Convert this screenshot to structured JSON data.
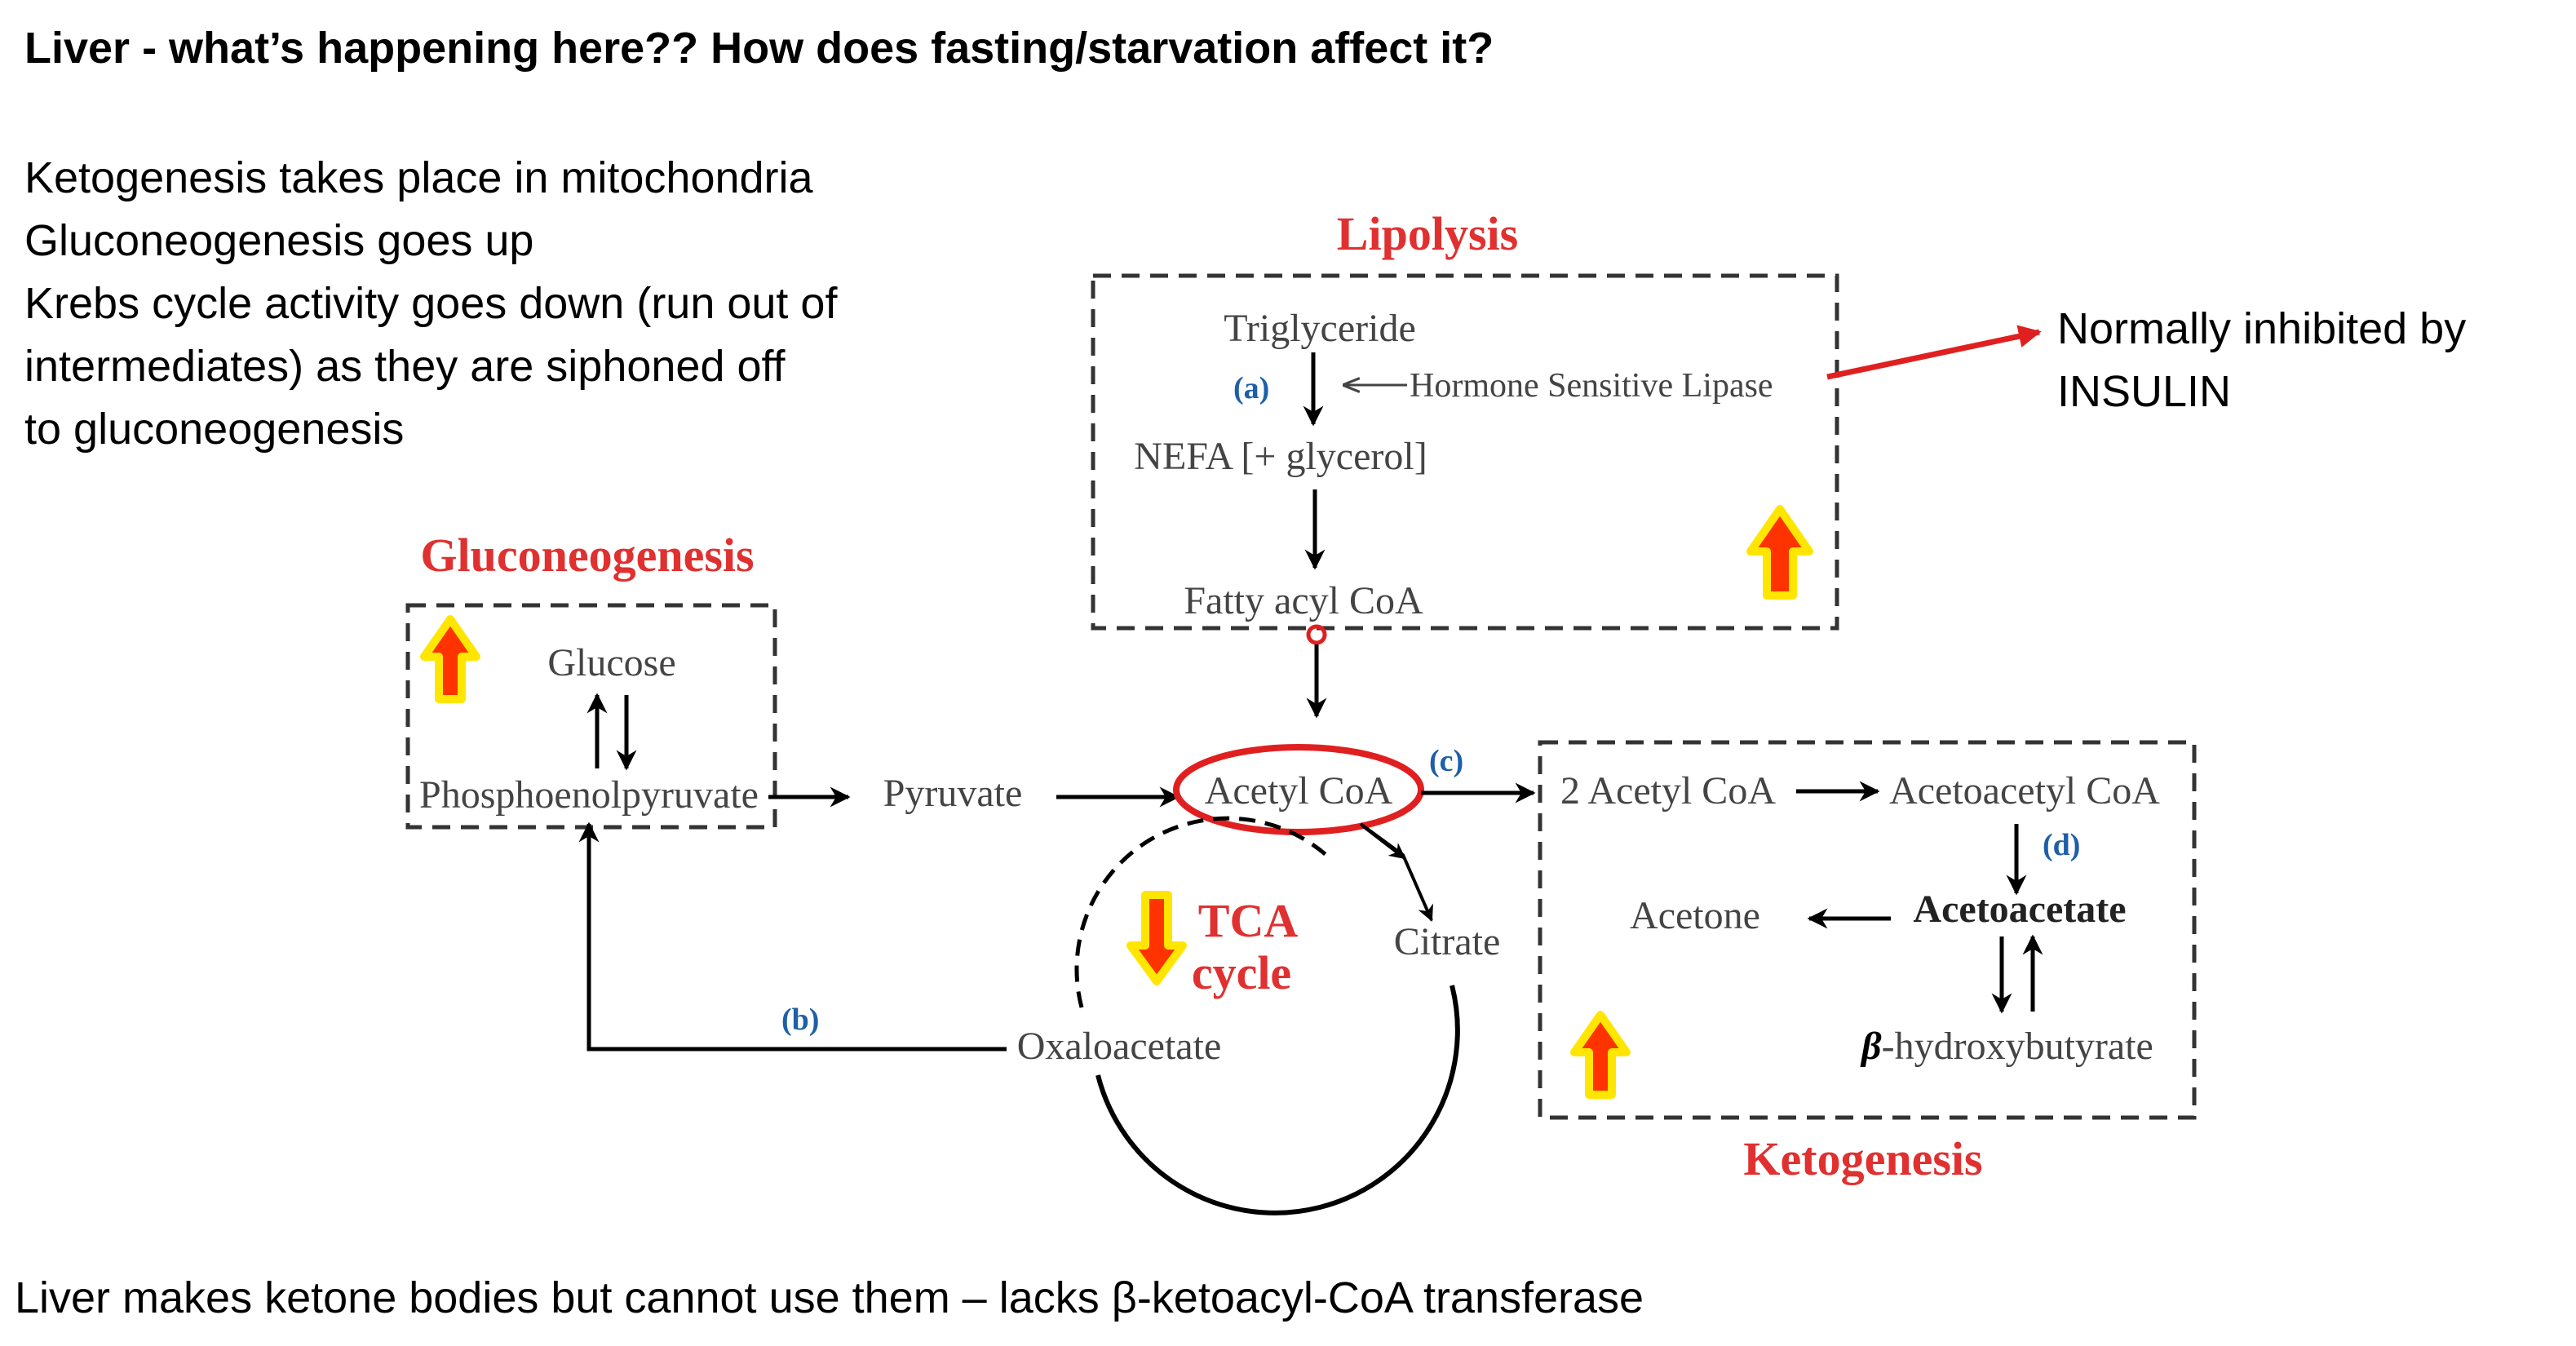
{
  "title": "Liver  - what’s happening here?? How does fasting/starvation affect it?",
  "intro_lines": [
    "Ketogenesis takes place in mitochondria",
    "Gluconeogenesis goes up",
    "Krebs cycle activity goes down (run out of",
    "intermediates) as they are siphoned off",
    "to gluconeogenesis"
  ],
  "insulin_note": [
    "Normally inhibited by",
    " INSULIN"
  ],
  "footer": "Liver makes ketone bodies but cannot use them – lacks β-ketoacyl-CoA transferase",
  "diagram": {
    "lipolysis": {
      "heading": "Lipolysis",
      "triglyceride": "Triglyceride",
      "step_a": "(a)",
      "enzyme": "Hormone Sensitive Lipase",
      "nefa": "NEFA [+ glycerol]",
      "fatty_acyl": "Fatty acyl CoA"
    },
    "gluconeogenesis": {
      "heading": "Gluconeogenesis",
      "glucose": "Glucose",
      "pep": "Phosphoenolpyruvate"
    },
    "pyruvate": "Pyruvate",
    "acetyl_coa": "Acetyl CoA",
    "step_b": "(b)",
    "step_c": "(c)",
    "tca": {
      "line1": "TCA",
      "line2": "cycle"
    },
    "citrate": "Citrate",
    "oxaloacetate": "Oxaloacetate",
    "ketogenesis": {
      "heading": "Ketogenesis",
      "two_acetyl": "2 Acetyl CoA",
      "acetoacetyl": "Acetoacetyl CoA",
      "step_d": "(d)",
      "acetoacetate": "Acetoacetate",
      "acetone": "Acetone",
      "beta_symbol": "β",
      "hydroxybutyrate": "-hydroxybutyrate"
    },
    "colors": {
      "heading": "#e03030",
      "up_arrow_fill": "#ff3300",
      "up_arrow_glow": "#ffe600",
      "highlight": "#e02020",
      "step_label": "#1f5fa8"
    }
  }
}
